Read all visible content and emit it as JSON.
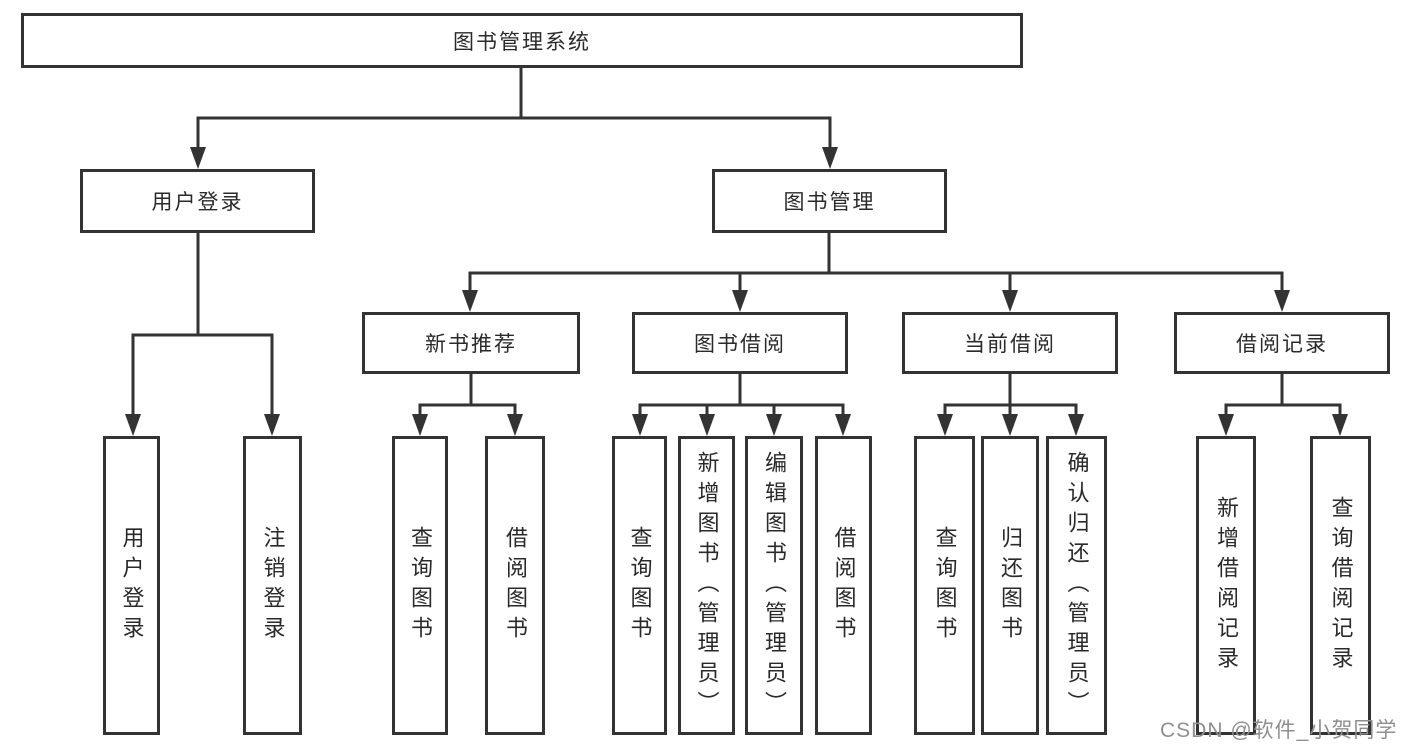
{
  "diagram_title": "图书管理系统",
  "colors": {
    "line": "#333333",
    "box_border": "#333333",
    "box_background": "#ffffff",
    "text": "#2a2a2a",
    "watermark": "#8f8f8f",
    "page_background": "#ffffff"
  },
  "tree": {
    "nodes": {
      "root": {
        "label": "图书管理系统"
      },
      "login": {
        "label": "用户登录"
      },
      "mgmt": {
        "label": "图书管理"
      },
      "rec": {
        "label": "新书推荐"
      },
      "borrow": {
        "label": "图书借阅"
      },
      "current": {
        "label": "当前借阅"
      },
      "record": {
        "label": "借阅记录"
      },
      "leaf1": {
        "label": "用户登录"
      },
      "leaf2": {
        "label": "注销登录"
      },
      "leaf3": {
        "label": "查询图书"
      },
      "leaf4": {
        "label": "借阅图书"
      },
      "leaf5": {
        "label": "查询图书"
      },
      "leaf6": {
        "label": "新增图书（管理员）"
      },
      "leaf7": {
        "label": "编辑图书（管理员）"
      },
      "leaf8": {
        "label": "借阅图书"
      },
      "leaf9": {
        "label": "查询图书"
      },
      "leaf10": {
        "label": "归还图书"
      },
      "leaf11": {
        "label": "确认归还（管理员）"
      },
      "leaf12": {
        "label": "新增借阅记录"
      },
      "leaf13": {
        "label": "查询借阅记录"
      }
    },
    "structure": {
      "图书管理系统": [
        "用户登录",
        "图书管理"
      ],
      "用户登录": [
        "用户登录",
        "注销登录"
      ],
      "图书管理": [
        "新书推荐",
        "图书借阅",
        "当前借阅",
        "借阅记录"
      ],
      "新书推荐": [
        "查询图书",
        "借阅图书"
      ],
      "图书借阅": [
        "查询图书",
        "新增图书（管理员）",
        "编辑图书（管理员）",
        "借阅图书"
      ],
      "当前借阅": [
        "查询图书",
        "归还图书",
        "确认归还（管理员）"
      ],
      "借阅记录": [
        "新增借阅记录",
        "查询借阅记录"
      ]
    }
  },
  "watermark": {
    "text": "CSDN @软件_小贺同学"
  }
}
